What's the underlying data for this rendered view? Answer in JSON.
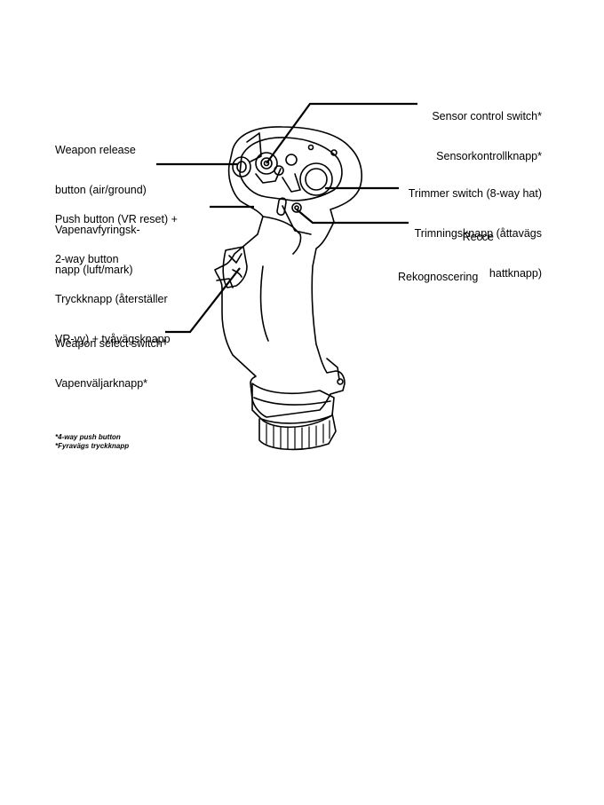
{
  "labels": {
    "sensor_control": [
      "Sensor control switch*",
      "Sensorkontrollknapp*"
    ],
    "weapon_release": [
      "Weapon release",
      "button (air/ground)",
      "Vapenavfyringsk-",
      "napp (luft/mark)"
    ],
    "trimmer": [
      "Trimmer switch (8-way hat)",
      "Trimningsknapp (åttavägs",
      "hattknapp)"
    ],
    "push_button": [
      "Push button (VR reset) +",
      "2-way button",
      "Tryckknapp (återställer",
      "VR-vy) + tvåvägsknapp"
    ],
    "recce": [
      "Recce",
      "Rekognoscering"
    ],
    "weapon_select": [
      "Weapon select switch*",
      "Vapenväljarknapp*"
    ]
  },
  "footnote": [
    "*4-way push button",
    "*Fyravägs tryckknapp"
  ]
}
